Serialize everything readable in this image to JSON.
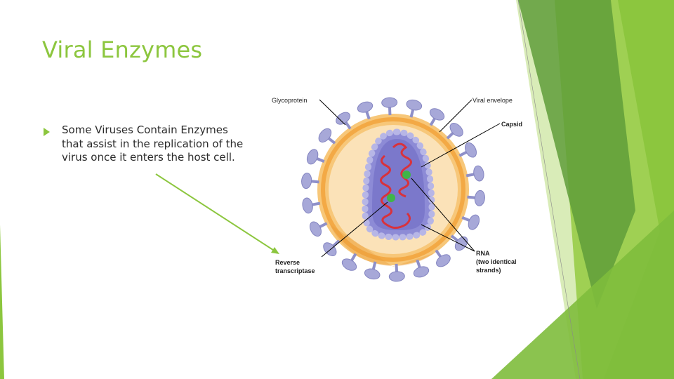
{
  "slide": {
    "title": "Viral Enzymes",
    "bullets": [
      "Some Viruses Contain Enzymes that assist in the replication of the virus once it enters the host cell."
    ]
  },
  "diagram": {
    "labels": {
      "glycoprotein": "Glycoprotein",
      "viral_envelope": "Viral envelope",
      "capsid": "Capsid",
      "rna_line1": "RNA",
      "rna_line2": "(two identical",
      "rna_line3": "strands)",
      "rt_line1": "Reverse",
      "rt_line2": "transcriptase"
    }
  },
  "colors": {
    "title": "#8cc63e",
    "bullet": "#8cc63e",
    "arrow": "#8cc63e",
    "envelope": "#f4b860",
    "glycoprotein": "#a7a8d8",
    "capsid": "#9c9ad9",
    "rna": "#d8323c",
    "enzyme": "#3fb548"
  }
}
